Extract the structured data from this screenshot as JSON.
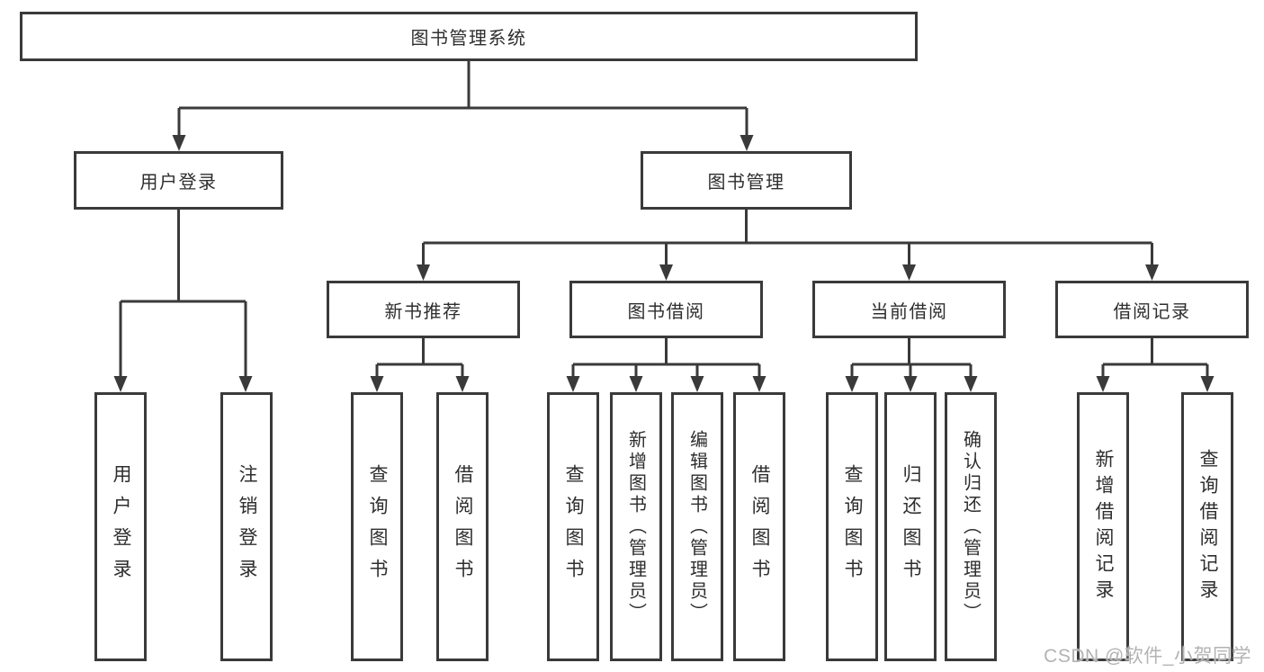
{
  "diagram": {
    "root": "图书管理系统",
    "branches": [
      {
        "label": "用户登录",
        "children": [
          "用户登录",
          "注销登录"
        ]
      },
      {
        "label": "图书管理",
        "sections": [
          {
            "label": "新书推荐",
            "children": [
              "查询图书",
              "借阅图书"
            ]
          },
          {
            "label": "图书借阅",
            "children": [
              "查询图书",
              "新增图书（管理员）",
              "编辑图书（管理员）",
              "借阅图书"
            ]
          },
          {
            "label": "当前借阅",
            "children": [
              "查询图书",
              "归还图书",
              "确认归还（管理员）"
            ]
          },
          {
            "label": "借阅记录",
            "children": [
              "新增借阅记录",
              "查询借阅记录"
            ]
          }
        ]
      }
    ],
    "colors": {
      "line": "#3a3a3a",
      "border": "#3a3a3a",
      "text": "#2e2e2e",
      "background": "#ffffff",
      "watermark": "#b3b3b3"
    }
  },
  "watermark": "CSDN @软件_小贺同学"
}
